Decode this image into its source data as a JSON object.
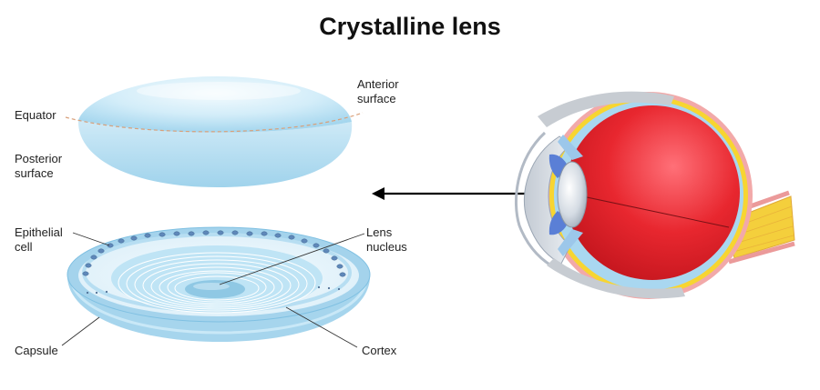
{
  "title": "Crystalline lens",
  "labels": {
    "equator": "Equator",
    "anterior_surface": [
      "Anterior",
      "surface"
    ],
    "posterior_surface": [
      "Posterior",
      "surface"
    ],
    "epithelial_cell": [
      "Epithelial",
      "cell"
    ],
    "lens_nucleus": [
      "Lens",
      "nucleus"
    ],
    "capsule": "Capsule",
    "cortex": "Cortex"
  },
  "colors": {
    "lens_light": "#e4f4fc",
    "lens_mid": "#bfe5f6",
    "lens_dark": "#96cfea",
    "eyeball_red": "#e8272f",
    "sclera_pink": "#f2a9a9",
    "choroid_yellow": "#f7d531",
    "retina_blue": "#a9d7f0",
    "optic_nerve": "#f6cf3a",
    "iris_blue": "#5a7fd6",
    "cornea_gray": "#d7dce2"
  }
}
